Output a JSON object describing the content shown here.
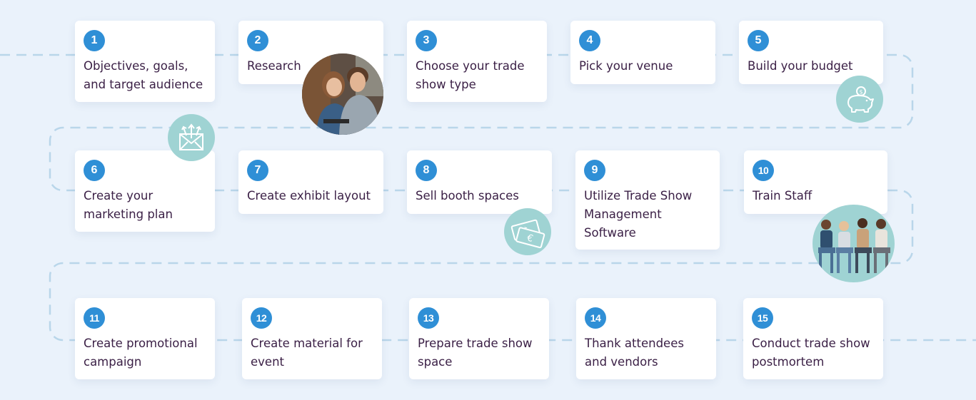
{
  "steps": [
    {
      "num": "1",
      "label": "Objectives, goals,\nand target audience"
    },
    {
      "num": "2",
      "label": "Research"
    },
    {
      "num": "3",
      "label": "Choose your trade\nshow type"
    },
    {
      "num": "4",
      "label": "Pick your venue"
    },
    {
      "num": "5",
      "label": "Build your budget"
    },
    {
      "num": "6",
      "label": "Create your\nmarketing plan"
    },
    {
      "num": "7",
      "label": "Create exhibit layout"
    },
    {
      "num": "8",
      "label": "Sell booth spaces"
    },
    {
      "num": "9",
      "label": "Utilize Trade Show\nManagement\nSoftware"
    },
    {
      "num": "10",
      "label": "Train Staff"
    },
    {
      "num": "11",
      "label": "Create promotional\ncampaign"
    },
    {
      "num": "12",
      "label": "Create material for\nevent"
    },
    {
      "num": "13",
      "label": "Prepare trade show\nspace"
    },
    {
      "num": "14",
      "label": "Thank attendees\nand vendors"
    },
    {
      "num": "15",
      "label": "Conduct trade show\npostmortem"
    }
  ],
  "badges": [
    {
      "icon": "research-photo"
    },
    {
      "icon": "piggy-bank-icon"
    },
    {
      "icon": "email-marketing-icon"
    },
    {
      "icon": "money-bills-icon"
    },
    {
      "icon": "staff-photo"
    }
  ],
  "colors": {
    "background": "#eaf2fb",
    "number_badge": "#2f8fd6",
    "path_dash": "#b9d6ea",
    "icon_circle": "#9fd3d3",
    "text": "#3a1f45"
  }
}
